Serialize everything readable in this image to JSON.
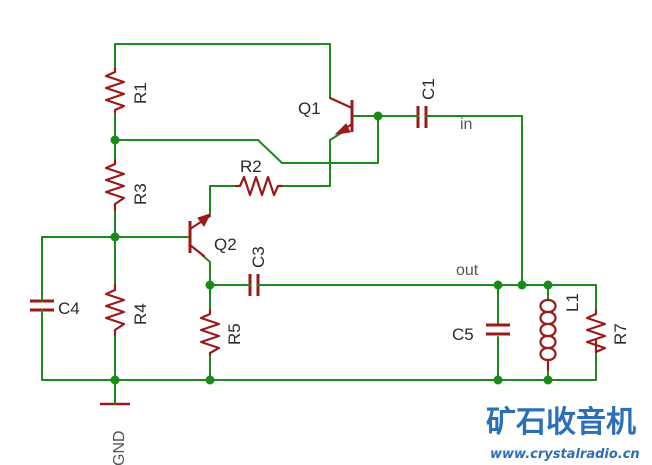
{
  "components": {
    "R1": "R1",
    "R2": "R2",
    "R3": "R3",
    "R4": "R4",
    "R5": "R5",
    "R7": "R7",
    "C1": "C1",
    "C3": "C3",
    "C4": "C4",
    "C5": "C5",
    "L1": "L1",
    "Q1": "Q1",
    "Q2": "Q2"
  },
  "nets": {
    "in": "in",
    "out": "out",
    "gnd": "GND"
  },
  "watermark": {
    "cn": "矿石收音机",
    "url": "www.crystalradio.cn"
  },
  "colors": {
    "wire": "#1a8a1a",
    "part": "#9a1a1a",
    "brand": "#2a6fb8"
  }
}
